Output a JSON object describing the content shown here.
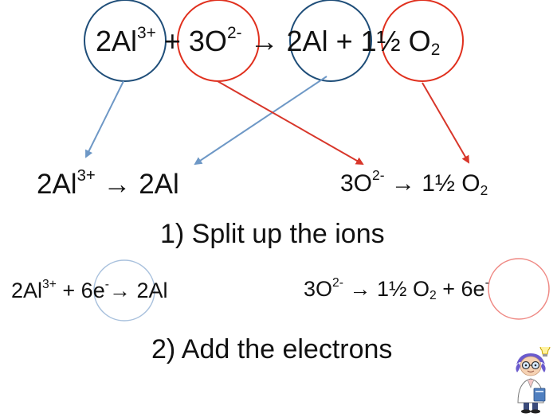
{
  "colors": {
    "blue": "#1f4e79",
    "red": "#e0301e",
    "blue_arrow": "#6e98c6",
    "red_arrow": "#d8362a",
    "light_blue": "#a9c1dd",
    "light_red": "#ef8a85"
  },
  "top_equation": {
    "al_ion": "2Al",
    "al_ion_charge": "3+",
    "plus1": "+",
    "o_ion": "3O",
    "o_ion_charge": "2-",
    "arrow": "→",
    "al": "2Al",
    "plus2": "+",
    "o2": "1½ O",
    "o2_sub": "2"
  },
  "half_equations": {
    "al_ion": "2Al",
    "al_ion_charge": "3+",
    "arrow1": "→",
    "al": "2Al",
    "o_ion": "3O",
    "o_ion_charge": "2-",
    "arrow2": "→",
    "o2": "1½ O",
    "o2_sub": "2"
  },
  "step1_caption": "1) Split up the ions",
  "electron_equations": {
    "al_ion": "2Al",
    "al_ion_charge": "3+",
    "plus1": "+ 6e",
    "electron_charge1": "-",
    "arrow1": "→",
    "al": " 2Al",
    "o_ion": "3O",
    "o_ion_charge": "2-",
    "arrow2": "→",
    "o2": "1½ O",
    "o2_sub": "2",
    "plus2": "+ 6e",
    "electron_charge2": "-"
  },
  "step2_caption": "2) Add the electrons",
  "mascot_icon": "scientist-icon"
}
